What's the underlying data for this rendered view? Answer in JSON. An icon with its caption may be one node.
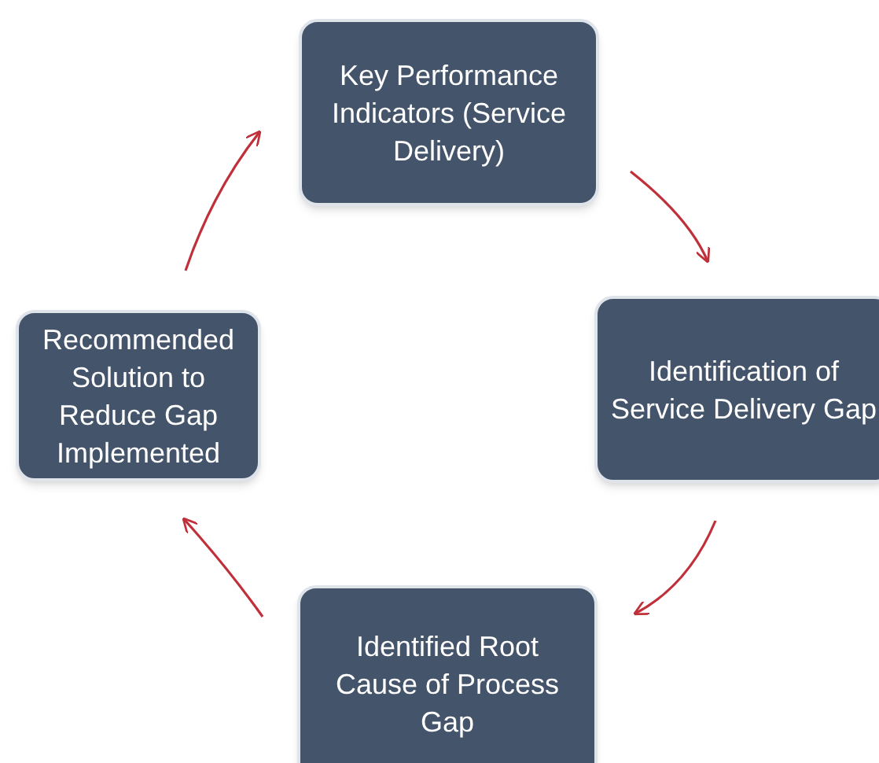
{
  "diagram": {
    "nodes": [
      {
        "text": [
          "Key Performance Indicators (Service Delivery)"
        ]
      },
      {
        "text": [
          "Identification of Service Delivery Gap"
        ]
      },
      {
        "text": [
          "Identified Root Cause of Process Gap"
        ]
      },
      {
        "text": [
          "Recommended Solution to Reduce Gap Implemented"
        ]
      }
    ],
    "edges": [
      {
        "from": 0,
        "to": 1,
        "arrow": "to"
      },
      {
        "from": 1,
        "to": 2,
        "arrow": "to"
      },
      {
        "from": 2,
        "to": 3,
        "arrow": "to"
      },
      {
        "from": 3,
        "to": 0,
        "arrow": "to"
      }
    ]
  }
}
